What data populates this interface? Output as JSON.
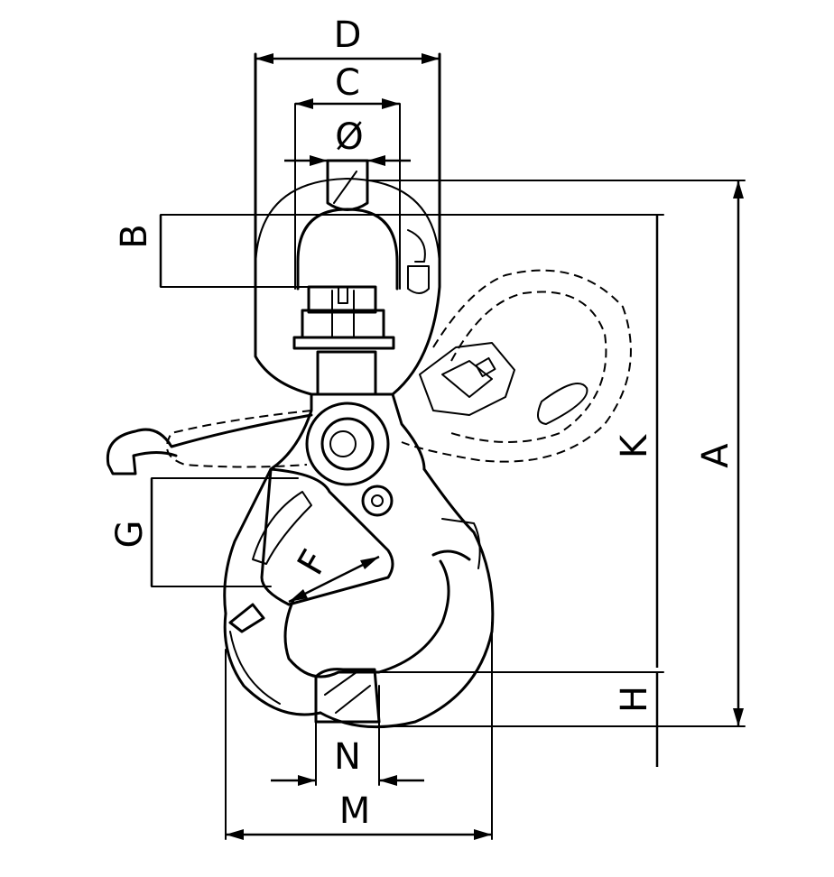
{
  "diagram": {
    "labels": {
      "D": "D",
      "C": "C",
      "diameter": "Ø",
      "B": "B",
      "K": "K",
      "A": "A",
      "G": "G",
      "F": "F",
      "H": "H",
      "N": "N",
      "M": "M"
    }
  }
}
